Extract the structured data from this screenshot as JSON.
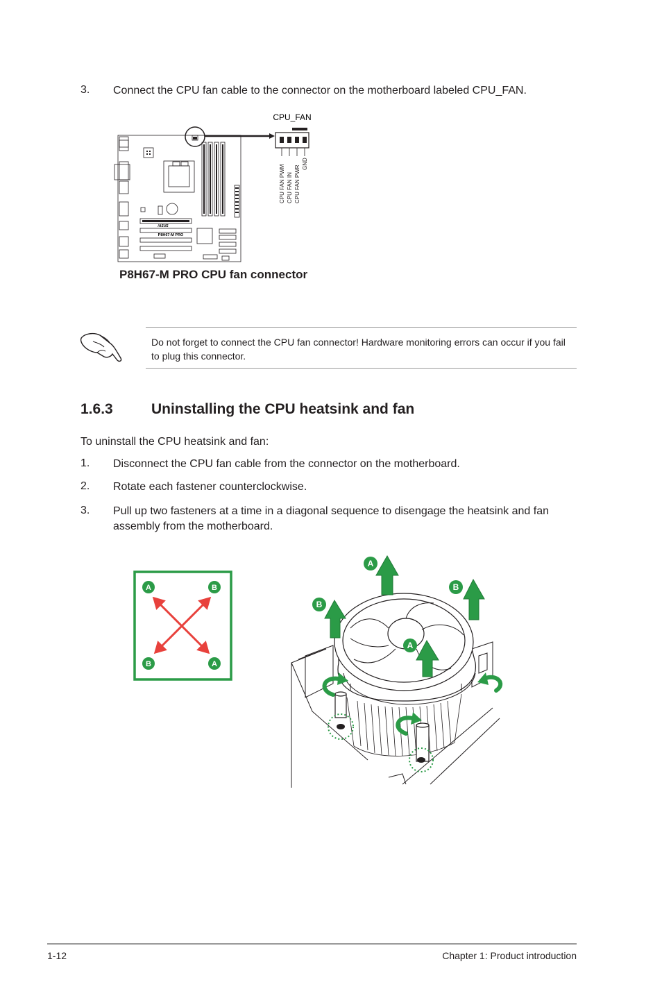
{
  "step3_top": {
    "number": "3.",
    "text": "Connect the CPU fan cable to the connector on the motherboard labeled CPU_FAN."
  },
  "figure1": {
    "connector_label": "CPU_FAN",
    "pins": [
      "CPU FAN PWM",
      "CPU FAN IN",
      "CPU FAN PWR",
      "GND"
    ],
    "board_logo": "/ASUS",
    "board_model": "P8H67-M PRO",
    "caption": "P8H67-M PRO CPU fan connector"
  },
  "note": {
    "icon": "hand-pointing-icon",
    "text": "Do not forget to connect the CPU fan connector! Hardware monitoring errors can occur if you fail to plug this connector."
  },
  "section": {
    "number": "1.6.3",
    "title": "Uninstalling the CPU heatsink and fan"
  },
  "intro": "To uninstall the CPU heatsink and fan:",
  "steps": [
    {
      "number": "1.",
      "text": "Disconnect the CPU fan cable from the connector on the motherboard."
    },
    {
      "number": "2.",
      "text": "Rotate each fastener counterclockwise."
    },
    {
      "number": "3.",
      "text": "Pull up two fasteners at a time in a diagonal sequence to disengage the heatsink and fan assembly from the motherboard."
    }
  ],
  "figure2": {
    "labels": {
      "a": "A",
      "b": "B"
    },
    "colors": {
      "green": "#2b9b47",
      "red": "#e8413c"
    }
  },
  "footer": {
    "page": "1-12",
    "chapter": "Chapter 1: Product introduction"
  }
}
